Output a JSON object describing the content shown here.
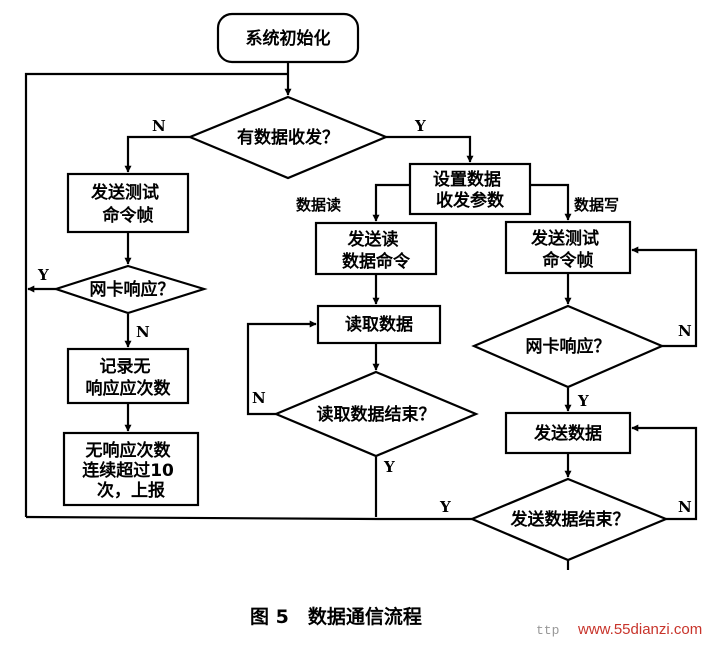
{
  "nodes": {
    "init": [
      "系统初始化"
    ],
    "has_data": [
      "有数据收发？"
    ],
    "send_test_left": [
      "发送测试",
      "命令帧"
    ],
    "nic_left": [
      "网卡响应？"
    ],
    "record": [
      "记录无",
      "响应应次数"
    ],
    "report": [
      "无响应次数",
      "连续超过10",
      "次，上报"
    ],
    "set_params": [
      "设置数据",
      "收发参数"
    ],
    "send_read": [
      "发送读",
      "数据命令"
    ],
    "read_data": [
      "读取数据"
    ],
    "read_end": [
      "读取数据结束？"
    ],
    "send_test_right": [
      "发送测试",
      "命令帧"
    ],
    "nic_right": [
      "网卡响应？"
    ],
    "send_data": [
      "发送数据"
    ],
    "send_end": [
      "发送数据结束？"
    ]
  },
  "labels": {
    "yes": "Y",
    "no": "N",
    "data_read": "数据读",
    "data_write": "数据写"
  },
  "caption": "图 5　数据通信流程",
  "watermark": {
    "prefix": "ttp",
    "site": "www.55dianzi.com"
  }
}
